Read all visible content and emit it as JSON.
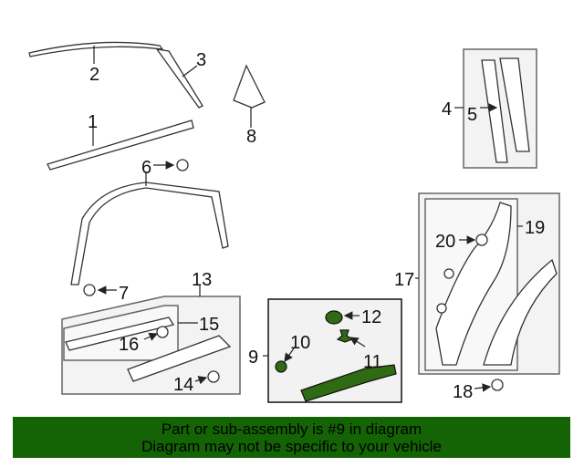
{
  "diagram": {
    "callouts": [
      "1",
      "2",
      "3",
      "4",
      "5",
      "6",
      "7",
      "8",
      "9",
      "10",
      "11",
      "12",
      "13",
      "14",
      "15",
      "16",
      "17",
      "18",
      "19",
      "20"
    ],
    "highlight_color": "#2f6b12"
  },
  "banner": {
    "line1": "Part or sub-assembly is #9 in diagram",
    "line2": "Diagram may not be specific to your vehicle",
    "color": "#146405"
  }
}
